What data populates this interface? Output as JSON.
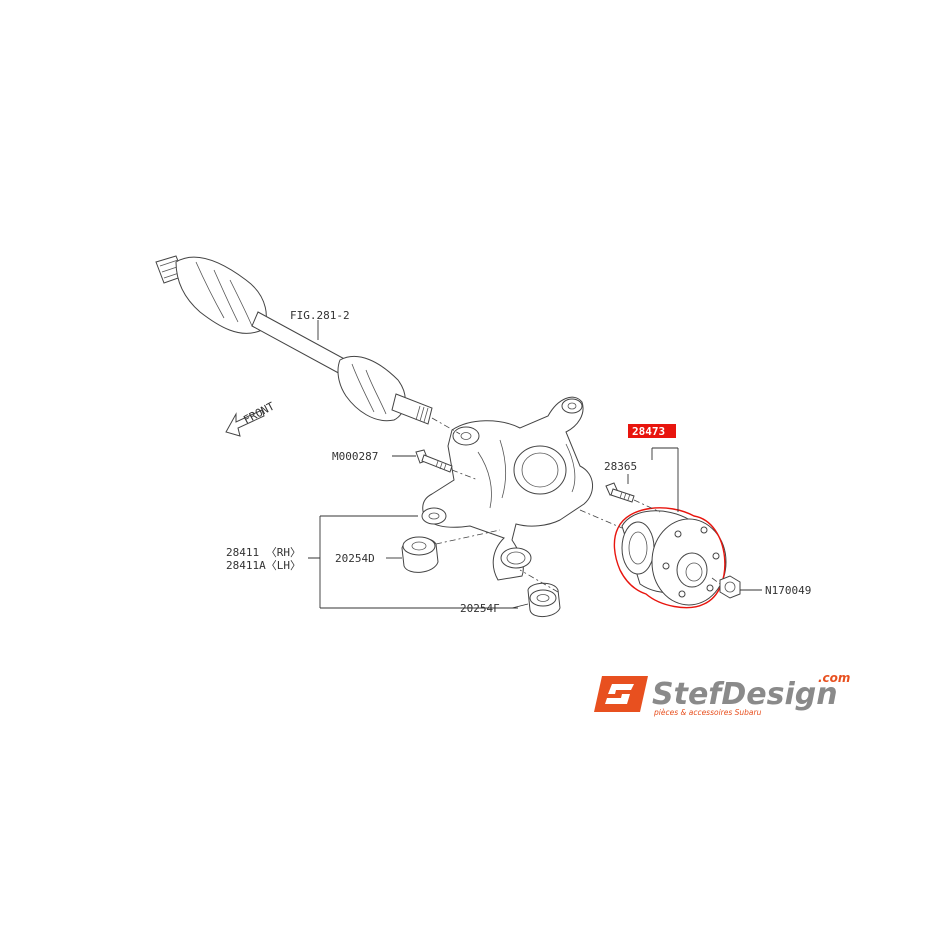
{
  "diagram": {
    "labels": {
      "fig_ref": "FIG.281-2",
      "front": "FRONT",
      "bolt": "M000287",
      "knuckle_rh": "28411 〈RH〉",
      "knuckle_lh": "28411A〈LH〉",
      "bushing_d": "20254D",
      "bushing_f": "20254F",
      "hub_bolt": "28365",
      "hub_assembly": "28473",
      "nut": "N170049"
    },
    "highlight_color": "#e8150e"
  },
  "logo": {
    "name": "StefDesign",
    "suffix": ".com",
    "tagline": "pièces & accessoires Subaru",
    "accent_color": "#e8501f"
  }
}
